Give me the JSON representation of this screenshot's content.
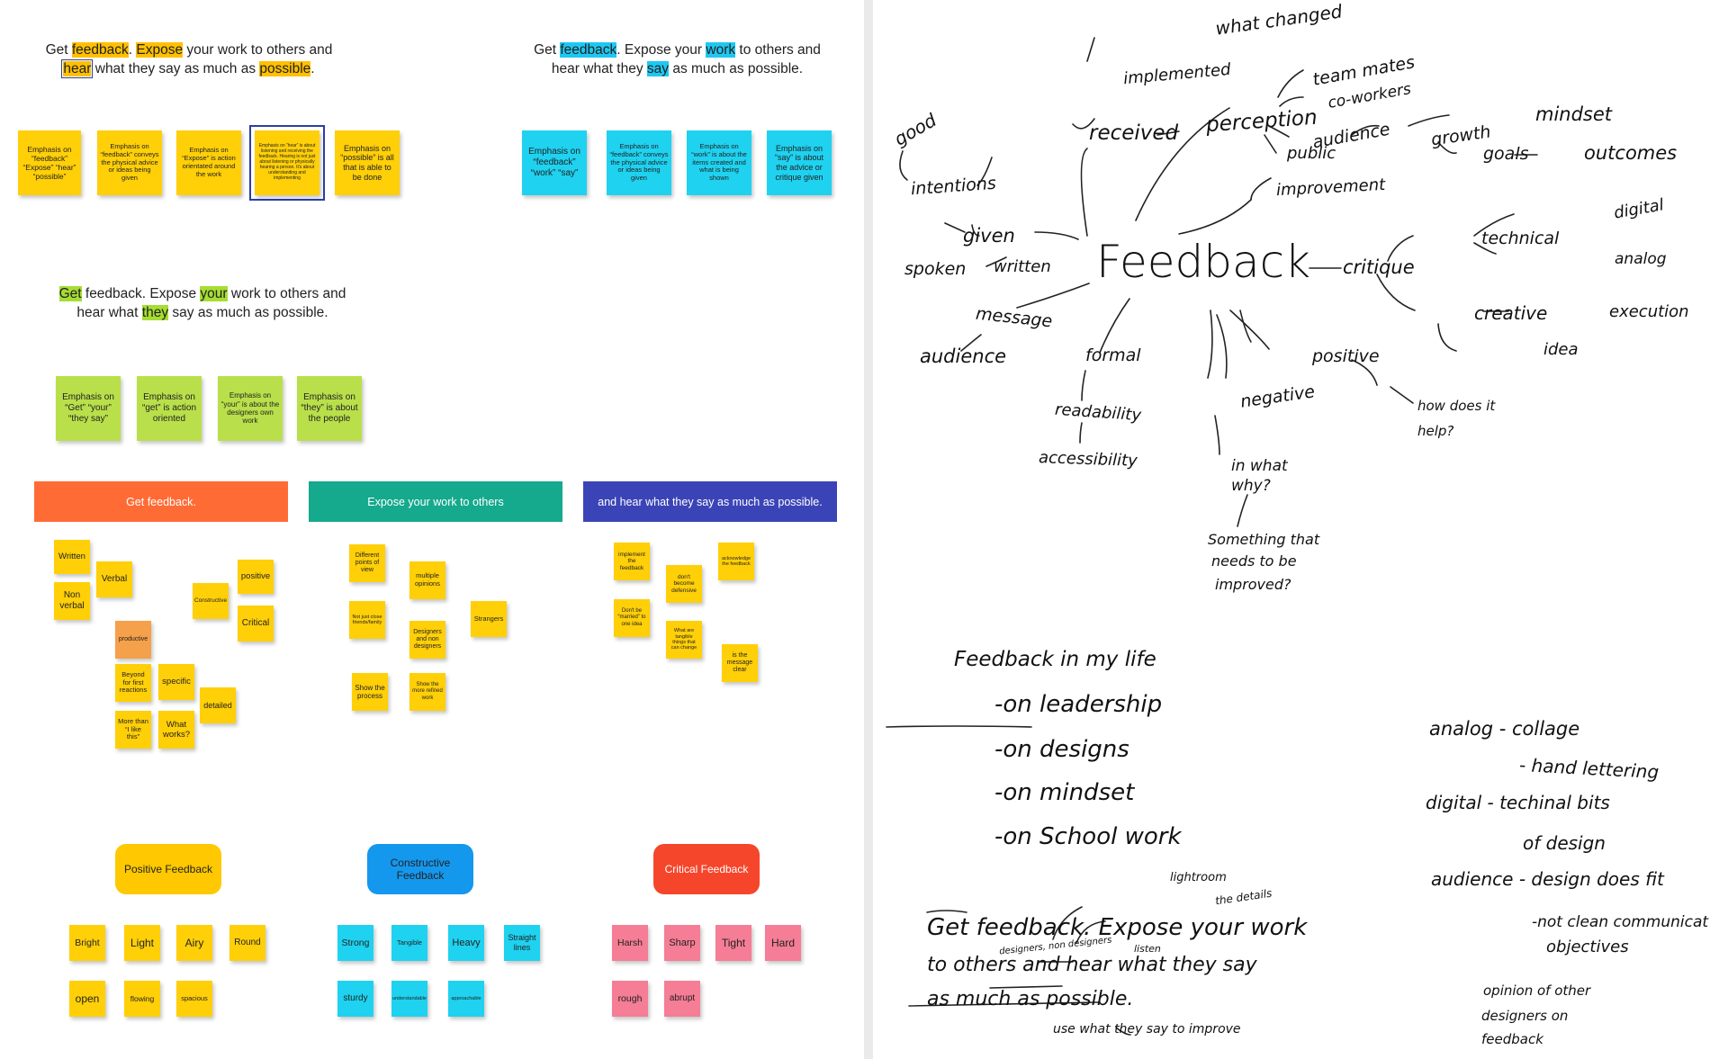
{
  "sentences": {
    "s1": {
      "p1": "Get ",
      "w1": "feedback",
      "p2": ". ",
      "w2": "Expose",
      "p3": " your work to others and",
      "w4": "hear",
      "p4": " what they say as much as ",
      "w5": "possible",
      "p5": "."
    },
    "s2": {
      "p1": "Get ",
      "w1": "feedback",
      "p2": ". Expose your ",
      "w2": "work",
      "p3": " to others and",
      "p4": "hear what they ",
      "w3": "say",
      "p5": " as much as possible."
    },
    "s3": {
      "w1": "Get",
      "p1": " feedback. Expose ",
      "w2": "your",
      "p2": " work to others and",
      "p3": "hear what ",
      "w3": "they",
      "p4": " say as much as possible."
    }
  },
  "row1_yellow": [
    "Emphasis on “feedback” “Expose” “hear” “possible”",
    "Emphasis on “feedback” conveys the physical advice or ideas being given",
    "Emphasis on “Expose” is action orientated around the work",
    "Emphasis on “hear” is about listening and receiving the feedback. Hearing is not just about listening or physically hearing a person. It's about understanding and implementing",
    "Emphasis on “possible” is all that is able to be done"
  ],
  "row1_cyan": [
    "Emphasis on “feedback” “work” “say”",
    "Emphasis on “feedback” conveys the physical advice or ideas being given",
    "Emphasis on “work” is about the items created and what is being shown",
    "Emphasis on “say” is about the advice or critique given"
  ],
  "row2_green": [
    "Emphasis on “Get” “your” “they say”",
    "Emphasis on “get” is action oriented",
    "Emphasis on “your” is about the designers own work",
    "Emphasis on “they” is about the people"
  ],
  "banners": {
    "b1": "Get feedback.",
    "b2": "Expose your work to others",
    "b3": "and hear what they say as much as possible."
  },
  "col1": {
    "written": "Written",
    "verbal": "Verbal",
    "nonverbal": "Non verbal",
    "constructive": "Constructive",
    "positive": "positive",
    "critical": "Critical",
    "productive": "productive",
    "beyond": "Beyond for first reactions",
    "specific": "specific",
    "detailed": "detailed",
    "more": "More than “I like this”",
    "whatworks": "What works?"
  },
  "col2": {
    "different": "Different points of view",
    "multiple": "multiple opinions",
    "notjust": "Not just close friends/family",
    "strangers": "Strangers",
    "designers": "Designers and non designers",
    "show": "Show the process",
    "refined": "Show the more refined work"
  },
  "col3": {
    "implement": "implement the feedback",
    "acknowledge": "acknowledge the feedback",
    "defensive": "don't become defensive",
    "married": "Don't be “married” to one idea",
    "tangible": "What are tangible things that can change",
    "clear": "is the message clear"
  },
  "pills": {
    "positive": "Positive Feedback",
    "constructive": "Constructive Feedback",
    "critical": "Critical Feedback"
  },
  "adj_positive": [
    "Bright",
    "Light",
    "Airy",
    "Round",
    "open",
    "flowing",
    "spacious"
  ],
  "adj_constructive": [
    "Strong",
    "Tangible",
    "Heavy",
    "Straight lines",
    "sturdy",
    "understandable",
    "approachable"
  ],
  "adj_critical": [
    "Harsh",
    "Sharp",
    "Tight",
    "Hard",
    "rough",
    "abrupt"
  ],
  "mindmap": {
    "center": "Feedback",
    "what_changed": "what changed",
    "implemented": "implemented",
    "received": "received",
    "perception": "perception",
    "teammates": "team mates",
    "coworkers": "co-workers",
    "audience1": "audience",
    "public": "public",
    "growth": "growth",
    "mindset": "mindset",
    "goals": "goals",
    "outcomes": "outcomes",
    "improvement": "improvement",
    "good": "good",
    "intentions": "intentions",
    "given": "given",
    "spoken": "spoken",
    "written": "written",
    "message": "message",
    "audience2": "audience",
    "formal": "formal",
    "readability": "readability",
    "accessibility": "accessibility",
    "negative": "negative",
    "in_what": "in what",
    "why": "why?",
    "something": "Something that",
    "needs": "needs to be",
    "improved": "improved?",
    "positive": "positive",
    "how_does": "how does it",
    "help": "help?",
    "critique": "critique",
    "technical": "technical",
    "digital": "digital",
    "analog": "analog",
    "creative": "creative",
    "execution": "execution",
    "idea": "idea"
  },
  "life": {
    "title": "Feedback in my life",
    "l1": "-on leadership",
    "l2": "-on designs",
    "l3": "-on mindset",
    "l4": "-on School work"
  },
  "media": {
    "analog": "analog - collage",
    "hand": "- hand lettering",
    "digital": "digital - techinal bits",
    "of_design": "of design",
    "audience": "audience - design does fit",
    "not_clean": "-not clean communicat",
    "objectives": "objectives",
    "opinion": "opinion of other",
    "designers": "designers on",
    "feedback": "feedback"
  },
  "quote": {
    "lightroom": "lightroom",
    "details": "the details",
    "designers": "designers, non designers",
    "listen": "listen",
    "line1": "Get feedback. Expose your work",
    "line2": "to others and hear what they say",
    "line3": "as much as possible.",
    "use": "use what they say to improve"
  },
  "colors": {
    "yellow": "#ffcf08",
    "cyan": "#1ed2f0",
    "green": "#b9e04a",
    "pink": "#f57d95",
    "orange_banner": "#ff6b35",
    "teal_banner": "#15a98d",
    "blue_banner": "#3b44b6",
    "pill_yellow": "#ffc800",
    "pill_blue": "#1498ee",
    "pill_red": "#f5462c"
  }
}
